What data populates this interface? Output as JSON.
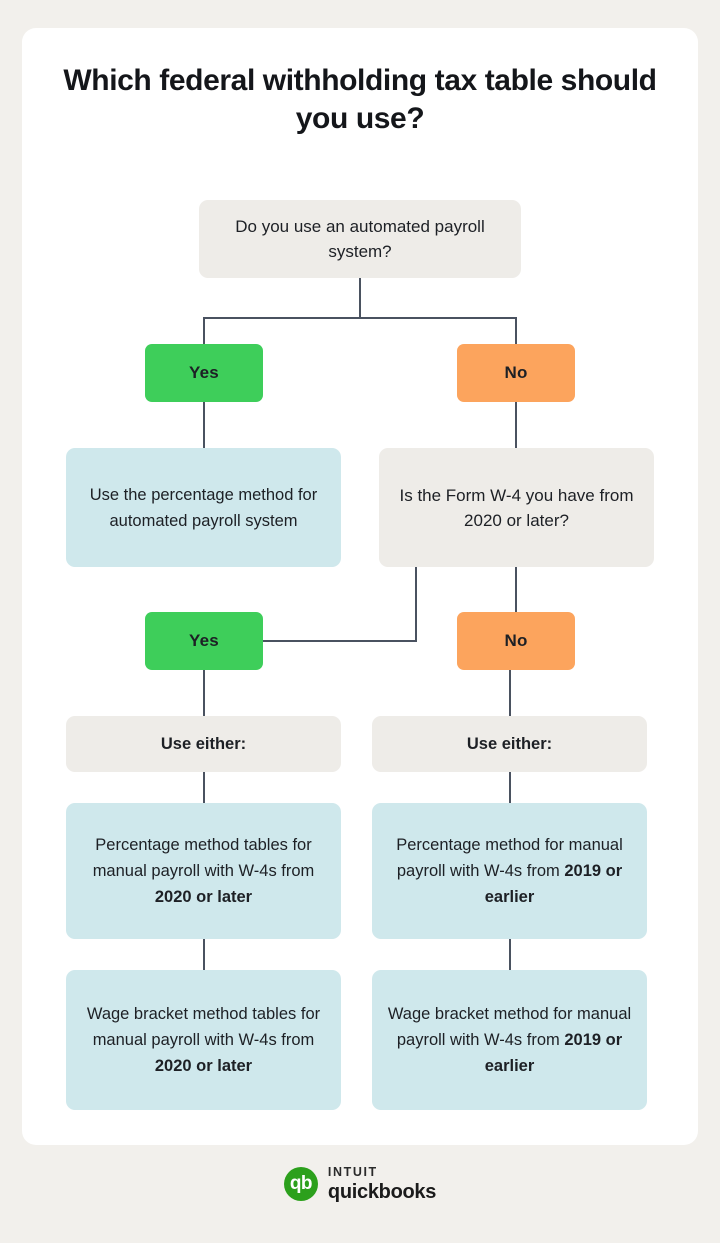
{
  "page": {
    "background_color": "#f2f0ec",
    "card_color": "#ffffff",
    "title": "Which federal withholding tax table should you use?"
  },
  "palette": {
    "grey_box": "#eeece8",
    "blue_box": "#cfe8ec",
    "green_badge": "#3ece5a",
    "orange_badge": "#fca45d",
    "connector": "#4a5260",
    "text": "#1d2025",
    "logo_green": "#2ca01c"
  },
  "chart_data": {
    "type": "diagram",
    "title": "Which federal withholding tax table should you use?",
    "nodes": [
      {
        "id": "q1",
        "kind": "question",
        "style": "grey",
        "text": "Do you use an automated payroll system?"
      },
      {
        "id": "yes1",
        "kind": "badge",
        "style": "green",
        "text": "Yes"
      },
      {
        "id": "no1",
        "kind": "badge",
        "style": "orange",
        "text": "No"
      },
      {
        "id": "r-left",
        "kind": "result",
        "style": "blue",
        "text": "Use the percentage method for automated payroll system"
      },
      {
        "id": "q2",
        "kind": "question",
        "style": "grey",
        "text": "Is the Form W-4 you have from 2020 or later?"
      },
      {
        "id": "yes2",
        "kind": "badge",
        "style": "green",
        "text": "Yes"
      },
      {
        "id": "no2",
        "kind": "badge",
        "style": "orange",
        "text": "No"
      },
      {
        "id": "either-l",
        "kind": "label",
        "style": "grey",
        "text": "Use either:"
      },
      {
        "id": "either-r",
        "kind": "label",
        "style": "grey",
        "text": "Use either:"
      },
      {
        "id": "pm-l",
        "kind": "result",
        "style": "blue",
        "text_plain": "Percentage method tables for manual payroll with W-4s from 2020 or later",
        "text_regular": "Percentage method tables for manual payroll with W-4s from ",
        "text_bold": "2020 or later"
      },
      {
        "id": "pm-r",
        "kind": "result",
        "style": "blue",
        "text_plain": "Percentage method for manual payroll with W-4s from 2019 or earlier",
        "text_regular": "Percentage method for manual payroll with W-4s from ",
        "text_bold": "2019 or earlier"
      },
      {
        "id": "wb-l",
        "kind": "result",
        "style": "blue",
        "text_plain": "Wage bracket method tables for manual payroll with W-4s from 2020 or later",
        "text_regular": "Wage bracket method tables for manual payroll with W-4s from ",
        "text_bold": "2020 or later"
      },
      {
        "id": "wb-r",
        "kind": "result",
        "style": "blue",
        "text_plain": "Wage bracket method for manual payroll with W-4s from 2019 or earlier",
        "text_regular": "Wage bracket method for manual payroll with W-4s from ",
        "text_bold": "2019 or earlier"
      }
    ],
    "edges": [
      {
        "from": "q1",
        "to": "yes1",
        "label": "Yes"
      },
      {
        "from": "q1",
        "to": "no1",
        "label": "No"
      },
      {
        "from": "yes1",
        "to": "r-left",
        "label": ""
      },
      {
        "from": "no1",
        "to": "q2",
        "label": ""
      },
      {
        "from": "q2",
        "to": "yes2",
        "label": "Yes"
      },
      {
        "from": "q2",
        "to": "no2",
        "label": "No"
      },
      {
        "from": "yes2",
        "to": "either-l",
        "label": ""
      },
      {
        "from": "no2",
        "to": "either-r",
        "label": ""
      },
      {
        "from": "either-l",
        "to": "pm-l",
        "label": ""
      },
      {
        "from": "pm-l",
        "to": "wb-l",
        "label": ""
      },
      {
        "from": "either-r",
        "to": "pm-r",
        "label": ""
      },
      {
        "from": "pm-r",
        "to": "wb-r",
        "label": ""
      }
    ]
  },
  "flow": {
    "q1": "Do you use an automated payroll system?",
    "yes1": "Yes",
    "no1": "No",
    "result_left": "Use the percentage method for automated payroll system",
    "q2": "Is the Form W-4 you have from 2020 or later?",
    "yes2": "Yes",
    "no2": "No",
    "either_left": "Use either:",
    "either_right": "Use either:",
    "pm_left_regular": "Percentage method tables for manual payroll with W-4s from ",
    "pm_left_bold": "2020 or later",
    "pm_right_regular": "Percentage method for manual payroll with W-4s from ",
    "pm_right_bold": "2019 or earlier",
    "wb_left_regular": "Wage bracket method tables for manual payroll with W-4s from ",
    "wb_left_bold": "2020 or later",
    "wb_right_regular": "Wage bracket method for manual payroll with W-4s from ",
    "wb_right_bold": "2019 or earlier"
  },
  "footer": {
    "mark_text": "qb",
    "intuit": "INTUIT",
    "product": "quickbooks"
  }
}
